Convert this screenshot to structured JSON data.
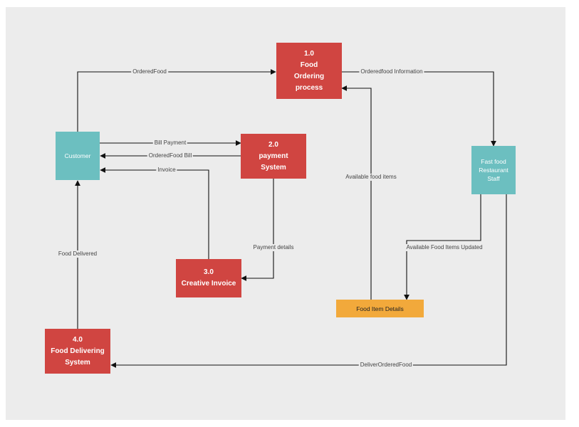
{
  "diagram": {
    "nodes": {
      "p1": {
        "lines": [
          "1.0",
          "Food",
          "Ordering",
          "process"
        ],
        "color": "#d04541"
      },
      "p2": {
        "lines": [
          "2.0",
          "payment",
          "System"
        ],
        "color": "#d04541"
      },
      "p3": {
        "lines": [
          "3.0",
          "Creative Invoice"
        ],
        "color": "#d04541"
      },
      "p4": {
        "lines": [
          "4.0",
          "Food Delivering",
          "System"
        ],
        "color": "#d04541"
      },
      "customer": {
        "lines": [
          "Customer"
        ],
        "color": "#6cbfc0"
      },
      "staff": {
        "lines": [
          "Fast food",
          "Restaurant",
          "Staff"
        ],
        "color": "#6cbfc0"
      },
      "store": {
        "lines": [
          "Food Item Details"
        ],
        "color": "#f2a93b"
      }
    },
    "edges": {
      "ordered_food": "OrderedFood",
      "ordered_info": "Orderedfood Information",
      "bill_payment": "Bill Payment",
      "ordered_bill": "OrderedFood Bill",
      "invoice": "Invoice",
      "available_items": "Available food items",
      "payment_details": "Payment details",
      "items_updated": "Available Food Items Updated",
      "food_delivered": "Food Delivered",
      "deliver_ordered": "DeliverOrderedFood"
    }
  }
}
